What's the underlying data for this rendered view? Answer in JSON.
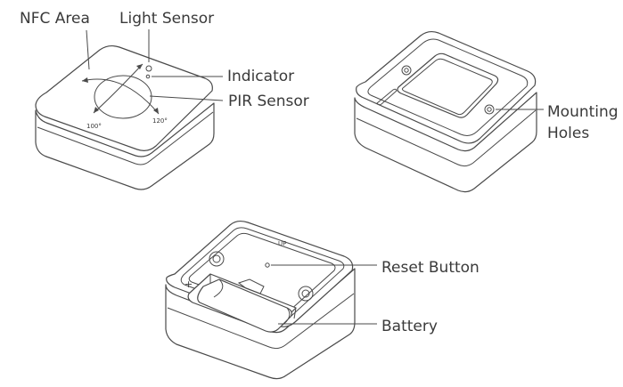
{
  "labels": {
    "nfc_area": "NFC Area",
    "light_sensor": "Light Sensor",
    "indicator": "Indicator",
    "pir_sensor": "PIR Sensor",
    "angle_100": "100°",
    "angle_120": "120°",
    "mounting_line1": "Mounting",
    "mounting_line2": "Holes",
    "up_mark": "UP",
    "reset_button": "Reset Button",
    "battery": "Battery",
    "plus_mark": "+"
  }
}
